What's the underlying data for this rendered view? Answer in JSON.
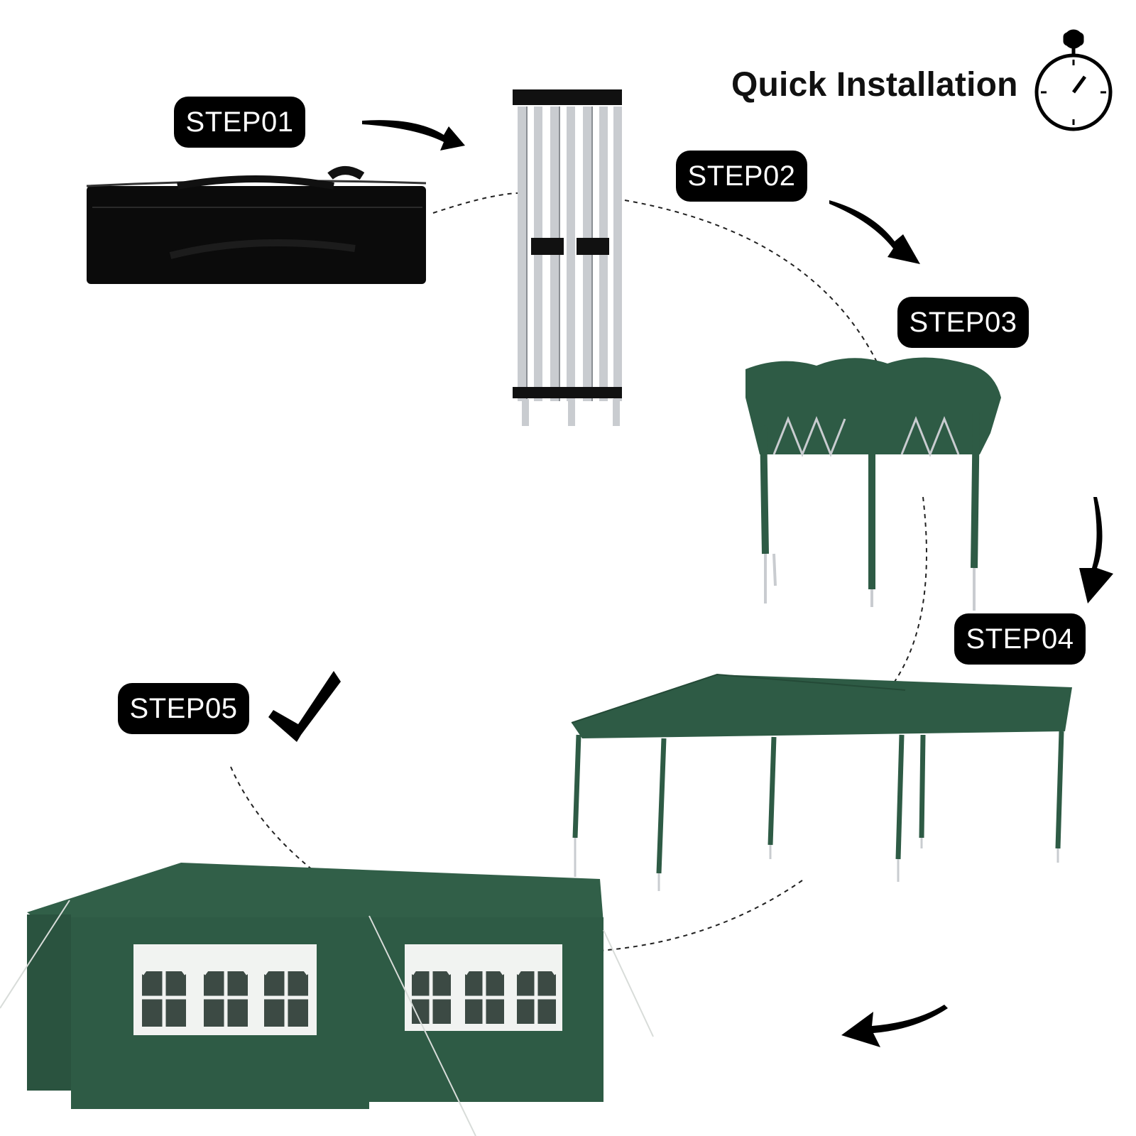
{
  "header": {
    "title": "Quick Installation",
    "icon": "stopwatch-icon"
  },
  "steps": [
    {
      "label": "STEP01",
      "image": "carry-bag"
    },
    {
      "label": "STEP02",
      "image": "folded-frame"
    },
    {
      "label": "STEP03",
      "image": "half-open-canopy"
    },
    {
      "label": "STEP04",
      "image": "open-canopy"
    },
    {
      "label": "STEP05",
      "image": "canopy-with-sidewalls"
    }
  ],
  "colors": {
    "pill_bg": "#000000",
    "pill_text": "#ffffff",
    "canopy_green": "#2e5b45",
    "frame_silver": "#c9ccd0"
  },
  "icons": [
    "stopwatch-icon",
    "arrow-icon",
    "checkmark-icon"
  ]
}
